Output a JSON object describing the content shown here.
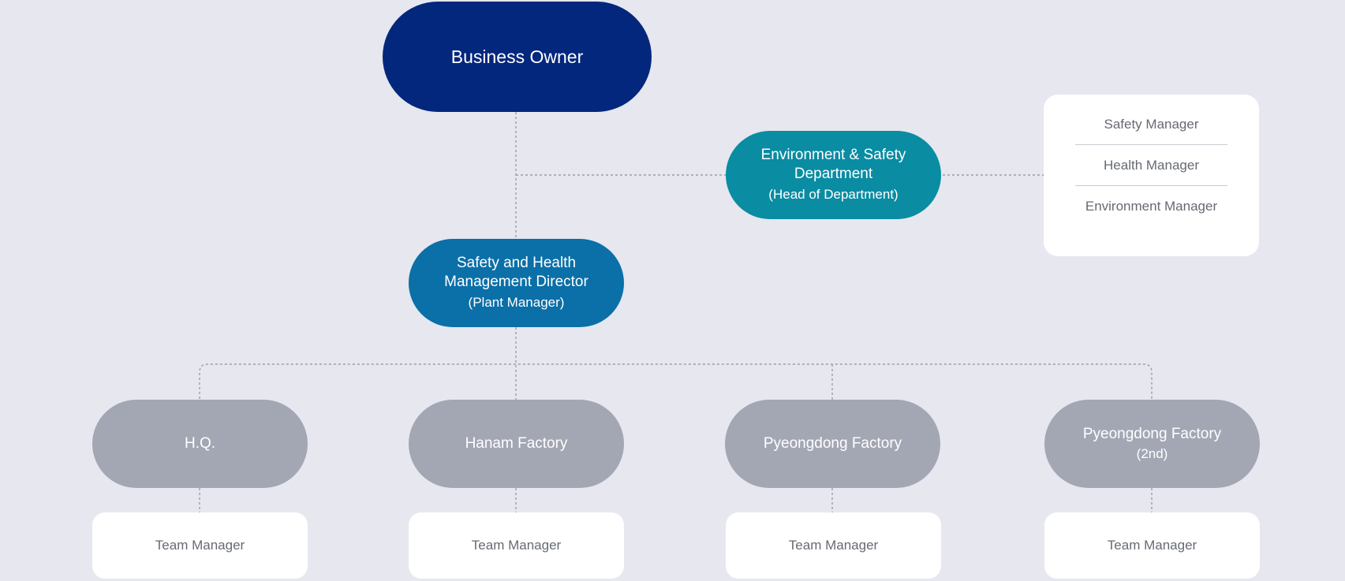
{
  "business_owner": "Business Owner",
  "env_department": {
    "title_line1": "Environment & Safety",
    "title_line2": "Department",
    "subtitle": "(Head of Department)"
  },
  "managers": [
    "Safety Manager",
    "Health Manager",
    "Environment Manager"
  ],
  "director": {
    "title_line1": "Safety and Health",
    "title_line2": "Management Director",
    "subtitle": "(Plant Manager)"
  },
  "sites": [
    {
      "name": "H.Q.",
      "sub": ""
    },
    {
      "name": "Hanam Factory",
      "sub": ""
    },
    {
      "name": "Pyeongdong Factory",
      "sub": ""
    },
    {
      "name": "Pyeongdong Factory",
      "sub": "(2nd)"
    }
  ],
  "team_label": "Team Manager",
  "colors": {
    "background": "#e6e7ef",
    "owner": "#03277d",
    "env_department": "#0a8ca3",
    "director": "#0b6fa8",
    "sites": "#a3a7b4",
    "connector": "#9b9ea8"
  }
}
